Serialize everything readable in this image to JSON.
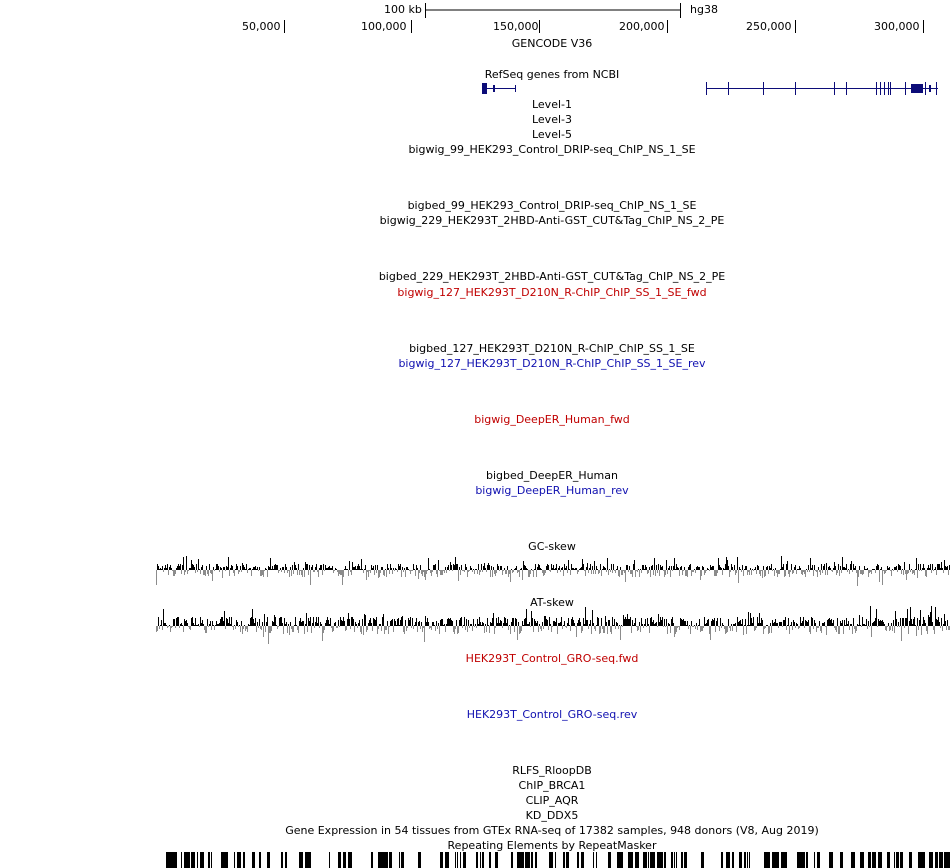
{
  "scale_bar": {
    "label": "100 kb",
    "assembly": "hg38"
  },
  "ruler": {
    "ticks": [
      "50,000",
      "100,000",
      "150,000",
      "200,000",
      "250,000",
      "300,000"
    ]
  },
  "tracks": [
    {
      "id": "gencode",
      "label": "GENCODE V36",
      "color": "#000000"
    },
    {
      "id": "refseq",
      "label": "RefSeq genes from NCBI",
      "color": "#000000"
    },
    {
      "id": "level1",
      "label": "Level-1",
      "color": "#000000"
    },
    {
      "id": "level3",
      "label": "Level-3",
      "color": "#000000"
    },
    {
      "id": "level5",
      "label": "Level-5",
      "color": "#000000"
    },
    {
      "id": "bw99",
      "label": "bigwig_99_HEK293_Control_DRIP-seq_ChIP_NS_1_SE",
      "color": "#000000"
    },
    {
      "id": "bb99",
      "label": "bigbed_99_HEK293_Control_DRIP-seq_ChIP_NS_1_SE",
      "color": "#000000"
    },
    {
      "id": "bw229",
      "label": "bigwig_229_HEK293T_2HBD-Anti-GST_CUT&Tag_ChIP_NS_2_PE",
      "color": "#000000"
    },
    {
      "id": "bb229",
      "label": "bigbed_229_HEK293T_2HBD-Anti-GST_CUT&Tag_ChIP_NS_2_PE",
      "color": "#000000"
    },
    {
      "id": "bw127fwd",
      "label": "bigwig_127_HEK293T_D210N_R-ChIP_ChIP_SS_1_SE_fwd",
      "color": "#c00000"
    },
    {
      "id": "bb127",
      "label": "bigbed_127_HEK293T_D210N_R-ChIP_ChIP_SS_1_SE",
      "color": "#000000"
    },
    {
      "id": "bw127rev",
      "label": "bigwig_127_HEK293T_D210N_R-ChIP_ChIP_SS_1_SE_rev",
      "color": "#1010b0"
    },
    {
      "id": "deeperfwd",
      "label": "bigwig_DeepER_Human_fwd",
      "color": "#c00000"
    },
    {
      "id": "deeperbb",
      "label": "bigbed_DeepER_Human",
      "color": "#000000"
    },
    {
      "id": "deeperrev",
      "label": "bigwig_DeepER_Human_rev",
      "color": "#1010b0"
    },
    {
      "id": "gcskew",
      "label": "GC-skew",
      "color": "#000000"
    },
    {
      "id": "atskew",
      "label": "AT-skew",
      "color": "#000000"
    },
    {
      "id": "grofwd",
      "label": "HEK293T_Control_GRO-seq.fwd",
      "color": "#c00000"
    },
    {
      "id": "grorev",
      "label": "HEK293T_Control_GRO-seq.rev",
      "color": "#1010b0"
    },
    {
      "id": "rlfs",
      "label": "RLFS_RloopDB",
      "color": "#000000"
    },
    {
      "id": "brca1",
      "label": "ChIP_BRCA1",
      "color": "#000000"
    },
    {
      "id": "aqr",
      "label": "CLIP_AQR",
      "color": "#000000"
    },
    {
      "id": "ddx5",
      "label": "KD_DDX5",
      "color": "#000000"
    },
    {
      "id": "gtex",
      "label": "Gene Expression in 54 tissues from GTEx RNA-seq of 17382 samples, 948 donors (V8, Aug 2019)",
      "color": "#000000"
    },
    {
      "id": "rmsk",
      "label": "Repeating Elements by RepeatMasker",
      "color": "#000000"
    }
  ],
  "colors": {
    "gene": "#0c0c78",
    "signal_pos": "#000000",
    "signal_neg": "#8c8c8c",
    "fwd": "#c00000",
    "rev": "#1010b0"
  }
}
